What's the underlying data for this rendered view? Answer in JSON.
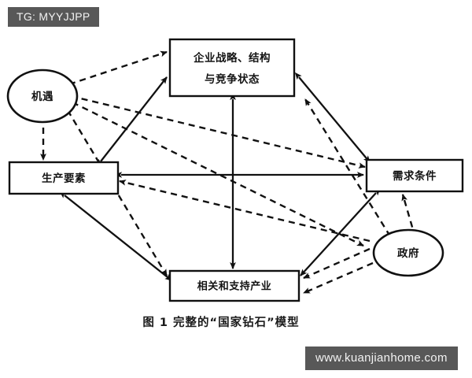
{
  "figure": {
    "caption": "图 1    完整的“国家钻石”模型",
    "background_color": "#ffffff",
    "line_color": "#111111"
  },
  "watermarks": {
    "top_left": "TG: MYYJJPP",
    "bottom_right": "www.kuanjianhome.com",
    "background_color": "#585858",
    "text_color": "#f2f2f2"
  },
  "nodes": {
    "strategy": {
      "id": "firm-strategy",
      "shape": "rectangle",
      "line1": "企业战略、结构",
      "line2": "与竞争状态"
    },
    "factor": {
      "id": "factor-conditions",
      "shape": "rectangle",
      "label": "生产要素"
    },
    "demand": {
      "id": "demand-conditions",
      "shape": "rectangle",
      "label": "需求条件"
    },
    "related": {
      "id": "related-industries",
      "shape": "rectangle",
      "label": "相关和支持产业"
    },
    "chance": {
      "id": "chance",
      "shape": "ellipse",
      "label": "机遇"
    },
    "government": {
      "id": "government",
      "shape": "ellipse",
      "label": "政府"
    }
  },
  "edges": {
    "solid": [
      {
        "from": "factor-conditions",
        "to": "demand-conditions",
        "style": "solid",
        "arrows": "both"
      },
      {
        "from": "firm-strategy",
        "to": "related-industries",
        "style": "solid",
        "arrows": "both"
      },
      {
        "from": "firm-strategy",
        "to": "factor-conditions",
        "style": "solid",
        "arrows": "both"
      },
      {
        "from": "firm-strategy",
        "to": "demand-conditions",
        "style": "solid",
        "arrows": "both"
      },
      {
        "from": "factor-conditions",
        "to": "related-industries",
        "style": "solid",
        "arrows": "both"
      },
      {
        "from": "demand-conditions",
        "to": "related-industries",
        "style": "solid",
        "arrows": "both"
      }
    ],
    "dashed": [
      {
        "from": "chance",
        "to": "firm-strategy",
        "style": "dashed",
        "arrows": "single"
      },
      {
        "from": "chance",
        "to": "demand-conditions",
        "style": "dashed",
        "arrows": "single"
      },
      {
        "from": "chance",
        "to": "related-industries",
        "style": "dashed",
        "arrows": "single"
      },
      {
        "from": "chance",
        "to": "factor-conditions",
        "style": "dashed",
        "arrows": "single"
      },
      {
        "from": "government",
        "to": "firm-strategy",
        "style": "dashed",
        "arrows": "single"
      },
      {
        "from": "government",
        "to": "demand-conditions",
        "style": "dashed",
        "arrows": "single"
      },
      {
        "from": "government",
        "to": "related-industries",
        "style": "dashed",
        "arrows": "single"
      },
      {
        "from": "government",
        "to": "factor-conditions",
        "style": "dashed",
        "arrows": "single"
      }
    ]
  }
}
